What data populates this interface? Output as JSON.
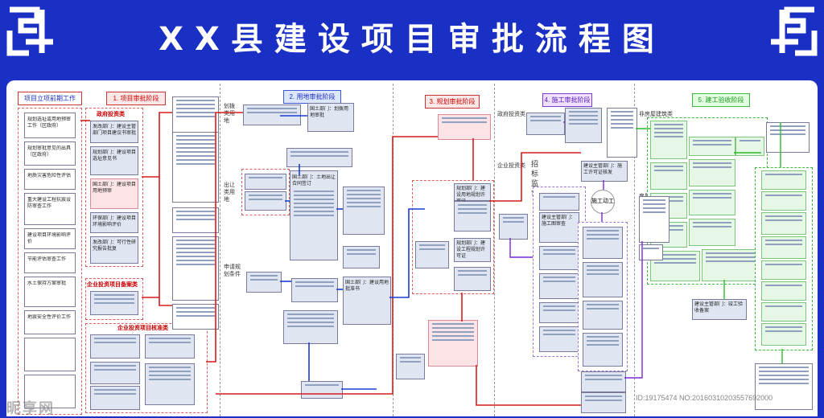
{
  "header": {
    "title": "XX县建设项目审批流程图"
  },
  "sections": {
    "s0": "项目立项前期工作",
    "s1": "1. 项目审批阶段",
    "s2": "2. 用地审批阶段",
    "s3": "3. 规划审批阶段",
    "s4": "4. 施工审批阶段",
    "s5": "5. 建工验收阶段"
  },
  "labels": {
    "gov_invest": "政府投资类",
    "enterprise_filing": "企业投资项目备案类",
    "enterprise_approval": "企业投资项目核准类",
    "gov_invest2": "政府投资类",
    "enterprise_invest": "企业投资类",
    "bidding_supervise": "招标监督",
    "construction_start": "施工动工",
    "non_housing": "非房屋建筑类",
    "housing": "房屋建筑类",
    "land_transfer": "划拨类用地",
    "transfer_land": "出让类用地",
    "planning_condition": "申请规划条件"
  },
  "box_texts": {
    "b1": "规划选址或用地预审工作（区政府）",
    "b2": "规划审批意见的出具（区政府）",
    "b3": "地质灾害危险性评估",
    "b4": "建设项目环境影响评价",
    "b5": "节能评估审查工作",
    "b6": "重大建设工程抗震设防审查工作",
    "b7": "水土保持方案审批",
    "b8": "地震安全性评价工作",
    "g1": "发改部门：建设主管部门项目建议书审批",
    "g2": "规划部门：建设项目选址意见书",
    "g3": "国土部门：建设项目用地预审",
    "g4": "环保部门：建设项目环境影响评价",
    "g5": "发改部门：可行性研究报告批复",
    "l1": "国土部门：划拨用地审批",
    "l2": "国土部门：土地出让合同签订",
    "l3": "国土部门：建设用地批准书",
    "p1": "规划部门：建设用地规划许可证",
    "p2": "规划部门：建设工程规划许可证",
    "c1": "建设主管部门：施工图审查",
    "c2": "建设主管部门：施工许可证核发",
    "a1": "建设主管部门：竣工验收备案"
  },
  "watermark": {
    "site": "昵享网",
    "id": "ID:19175474 NO:20160310203557692000"
  }
}
